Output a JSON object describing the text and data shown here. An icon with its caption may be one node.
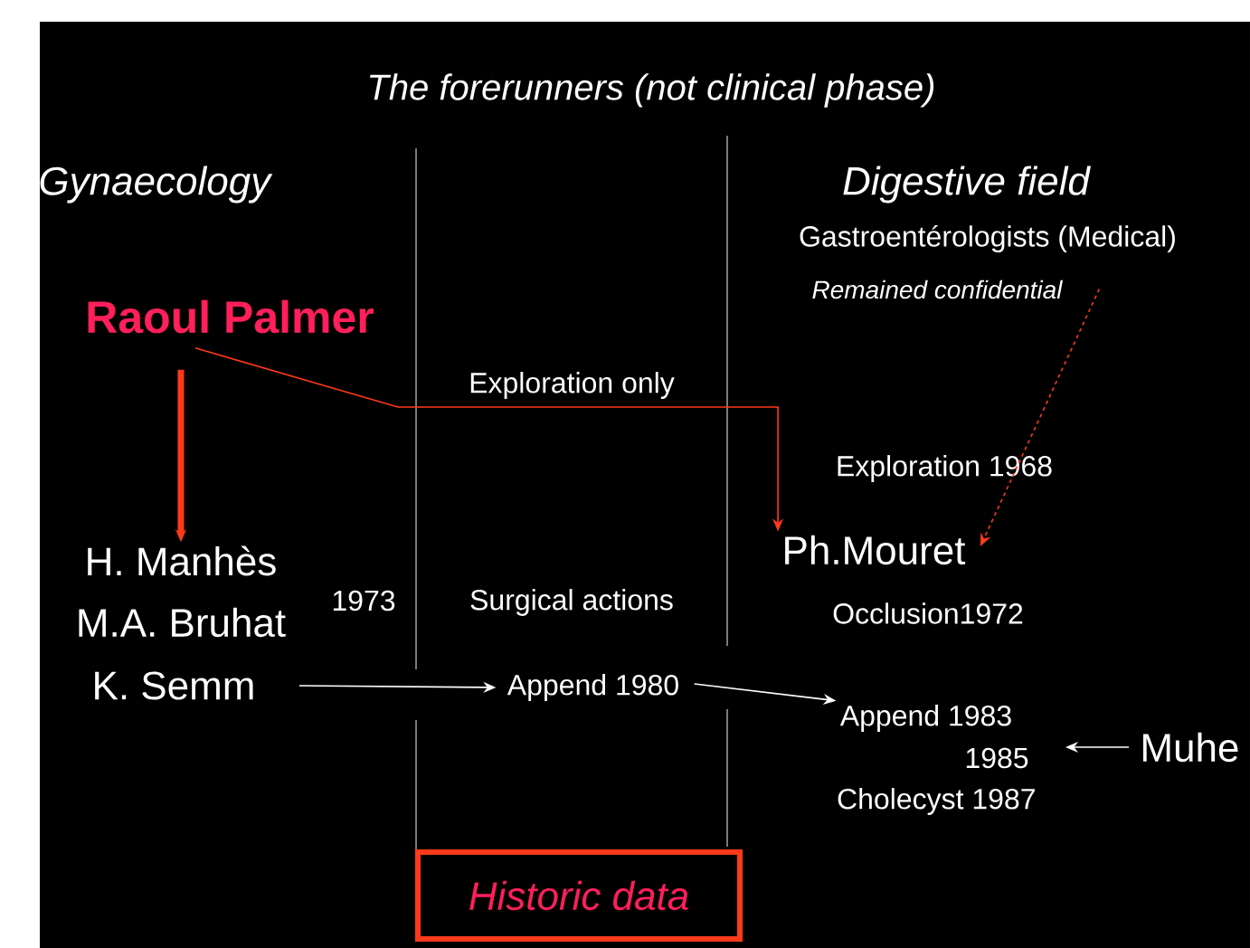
{
  "diagram": {
    "title": "The forerunners (not clinical phase)",
    "nodes": [
      {
        "text": [
          "Raoul Palmer"
        ]
      },
      {
        "text": [
          "H. Manhès"
        ]
      },
      {
        "text": [
          "M.A. Bruhat"
        ]
      },
      {
        "text": [
          "K. Semm"
        ]
      },
      {
        "text": [
          "Ph.Mouret"
        ]
      },
      {
        "text": [
          "Gastroentérologists (Medical)"
        ]
      },
      {
        "text": [
          "Append 1980"
        ]
      },
      {
        "text": [
          "Append 1983"
        ]
      },
      {
        "text": [
          "1985"
        ]
      },
      {
        "text": [
          "Cholecyst 1987"
        ]
      },
      {
        "text": [
          "Muhe"
        ]
      },
      {
        "text": [
          "Historic data"
        ]
      }
    ],
    "edges": [
      {
        "from": 0,
        "to": 1,
        "arrow": "to",
        "style": "thick",
        "color": "#ff3a1a"
      },
      {
        "from": 0,
        "to": 4,
        "arrow": "to",
        "color": "#ff3a1a"
      },
      {
        "from": 5,
        "to": 4,
        "arrow": "to",
        "style": "dashed",
        "color": "#ff3a1a"
      },
      {
        "from": 3,
        "to": 6,
        "arrow": "to",
        "color": "#ffffff"
      },
      {
        "from": 6,
        "to": 7,
        "arrow": "to",
        "color": "#ffffff"
      },
      {
        "from": 10,
        "to": 8,
        "arrow": "to",
        "color": "#ffffff"
      }
    ],
    "labels": [
      "Gynaecology",
      "Digestive field",
      "Remained confidential",
      "Exploration only",
      "Exploration 1968",
      "1973",
      "Surgical actions",
      "Occlusion1972"
    ]
  }
}
